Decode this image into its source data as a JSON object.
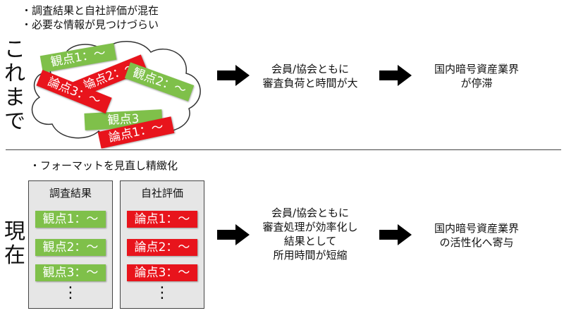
{
  "before": {
    "row_label": "これまで",
    "bullets": [
      "・調査結果と自社評価が混在",
      "・必要な情報が見つけづらい"
    ],
    "cloud_cards": [
      {
        "label": "観点1：～",
        "color": "green"
      },
      {
        "label": "論点2：～",
        "color": "red"
      },
      {
        "label": "観点2：～",
        "color": "green"
      },
      {
        "label": "論点3：～",
        "color": "red"
      },
      {
        "label": "観点3",
        "color": "green"
      },
      {
        "label": "論点1：～",
        "color": "red"
      }
    ],
    "middle_text": [
      "会員/協会ともに",
      "審査負荷と時間が大"
    ],
    "result_text": [
      "国内暗号資産業界",
      "が停滞"
    ]
  },
  "after": {
    "row_label": "現在",
    "bullet": "・フォーマットを見直し精緻化",
    "columns": [
      {
        "title": "調査結果",
        "items": [
          "観点1：～",
          "観点2：～",
          "観点3：～"
        ],
        "more": "⋮"
      },
      {
        "title": "自社評価",
        "items": [
          "論点1：～",
          "論点2：～",
          "論点3：～"
        ],
        "more": "⋮"
      }
    ],
    "middle_text": [
      "会員/協会ともに",
      "審査処理が効率化し",
      "結果として",
      "所用時間が短縮"
    ],
    "result_text": [
      "国内暗号資産業界",
      "の活性化へ寄与"
    ]
  },
  "colors": {
    "green": "#7fc04a",
    "red": "#e8141c",
    "column_bg": "#e6e6e6",
    "divider": "#444444"
  }
}
